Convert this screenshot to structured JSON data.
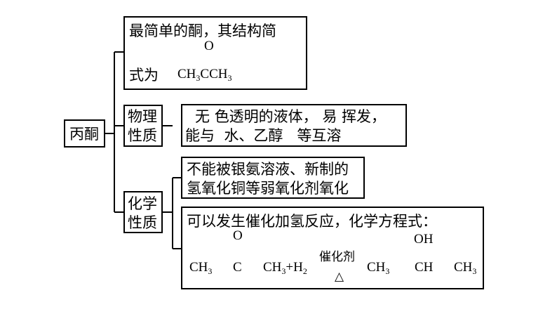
{
  "root": {
    "label": "丙酮"
  },
  "structure": {
    "line1": "最简单的酮，其结构简",
    "line2_prefix": "式为",
    "carbonyl_o": "O",
    "formula_a": "CH",
    "formula_sub_a": "3",
    "formula_b": "CCH",
    "formula_sub_b": "3"
  },
  "physical": {
    "label_line1": "物理",
    "label_line2": "性质",
    "line1_blank1": "无",
    "line1_mid": "色透明的液体，",
    "line1_blank2": "易",
    "line1_end": "挥发，",
    "line2_start": "能与",
    "line2_blank": "水、乙醇",
    "line2_end": "等互溶"
  },
  "chemical": {
    "label_line1": "化学",
    "label_line2": "性质",
    "prop1_line1": "不能被银氨溶液、新制的",
    "prop1_line2": "氢氧化铜等弱氧化剂氧化",
    "prop2_title": "可以发生催化加氢反应，化学方程式：",
    "eq_ch3_left": "CH",
    "eq_ch3_left_sub": "3",
    "eq_c": "C",
    "eq_o": "O",
    "eq_ch3_right": "CH",
    "eq_ch3_right_sub": "3",
    "eq_plus_h2": "+H",
    "eq_h2_sub": "2",
    "eq_catalyst": "催化剂",
    "eq_heat": "△",
    "eq_p_ch3a": "CH",
    "eq_p_ch3a_sub": "3",
    "eq_p_ch": "CH",
    "eq_p_oh": "OH",
    "eq_p_ch3b": "CH",
    "eq_p_ch3b_sub": "3"
  }
}
